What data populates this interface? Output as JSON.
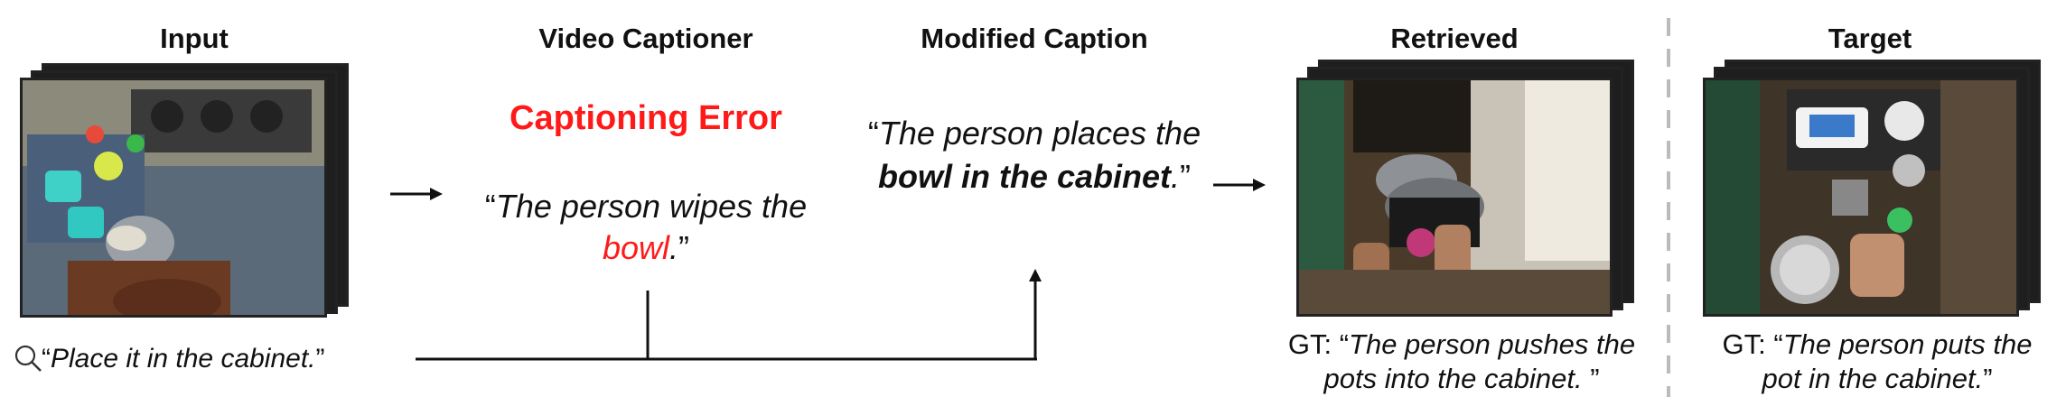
{
  "headers": {
    "input": "Input",
    "video_captioner": "Video Captioner",
    "modified_caption": "Modified Caption",
    "retrieved": "Retrieved",
    "target": "Target"
  },
  "captioning_error": "Captioning Error",
  "video_caption": {
    "open_quote": "“",
    "part1": "The person wipes the ",
    "error_word": "bowl",
    "end": ".",
    "close_quote": "”"
  },
  "modified_caption": {
    "open_quote": "“",
    "part1": "The person places the ",
    "bold": "bowl in the cabinet",
    "end": ".",
    "close_quote": "”"
  },
  "query": {
    "open_quote": "“",
    "text": "Place it in the cabinet.",
    "close_quote": "”"
  },
  "retrieved_gt": {
    "prefix": "GT: “",
    "text": "The person pushes the pots into the cabinet.",
    "suffix": " ”"
  },
  "target_gt": {
    "prefix": "GT: “",
    "text": "The person puts the pot in the cabinet.",
    "suffix": "”"
  },
  "colors": {
    "error": "#ff1a1a",
    "text": "#111111",
    "divider": "#bbbbbb"
  },
  "icons": [
    "search-icon",
    "arrow-right-icon",
    "arrow-up-icon"
  ]
}
